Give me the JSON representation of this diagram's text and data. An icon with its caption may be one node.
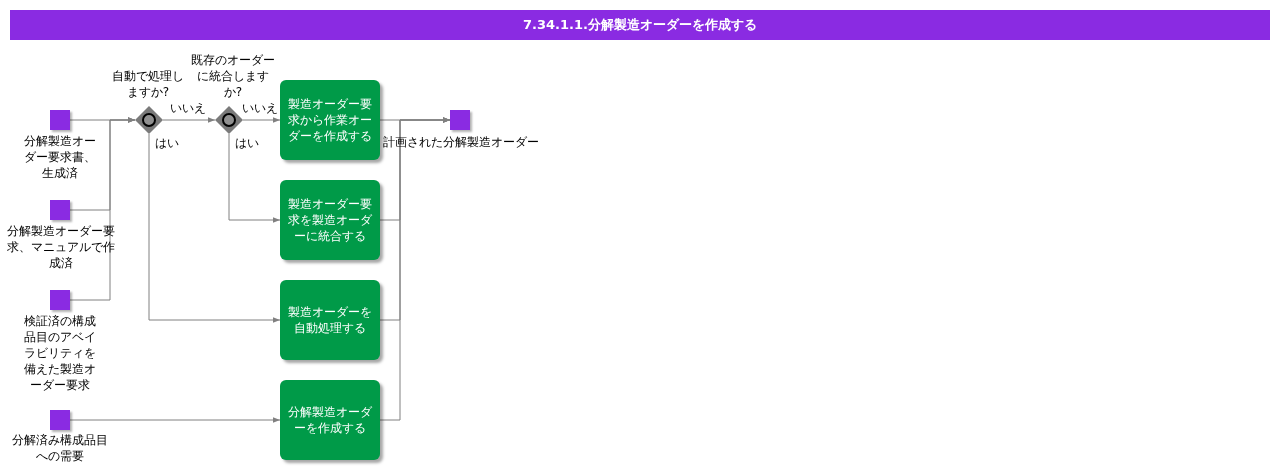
{
  "diagram": {
    "title": "7.34.1.1.分解製造オーダーを作成する",
    "nodes": [
      {
        "text": [],
        "shape": "box",
        "beside": [
          "分解製造オーダー要求書、生成済"
        ]
      },
      {
        "text": [],
        "shape": "box",
        "beside": [
          "分解製造オーダー要求、マニュアルで作成済"
        ]
      },
      {
        "text": [],
        "shape": "box",
        "beside": [
          "検証済の構成品目のアベイラビリティを備えた製造オーダー要求"
        ]
      },
      {
        "text": [],
        "shape": "box",
        "beside": [
          "分解済み構成品目への需要"
        ]
      },
      {
        "text": [],
        "shape": "diamond",
        "beside": [
          "自動で処理しますか?"
        ]
      },
      {
        "text": [],
        "shape": "diamond",
        "beside": [
          "既存のオーダーに統合しますか?"
        ]
      },
      {
        "text": [
          "製造オーダー要求から作業オーダーを作成する"
        ]
      },
      {
        "text": [
          "製造オーダー要求を製造オーダーに統合する"
        ]
      },
      {
        "text": [
          "製造オーダーを自動処理する"
        ]
      },
      {
        "text": [
          "分解製造オーダーを作成する"
        ]
      },
      {
        "text": [],
        "shape": "box",
        "beside": [
          "計画された分解製造オーダー"
        ]
      }
    ],
    "edges": [
      {
        "from": 0,
        "to": 4,
        "arrow": "to"
      },
      {
        "from": 1,
        "to": 4,
        "arrow": "to"
      },
      {
        "from": 2,
        "to": 4,
        "arrow": "to"
      },
      {
        "from": 4,
        "to": 5,
        "arrow": "to",
        "label": "いいえ"
      },
      {
        "from": 4,
        "to": 8,
        "arrow": "to",
        "label": "はい"
      },
      {
        "from": 5,
        "to": 6,
        "arrow": "to",
        "label": "いいえ"
      },
      {
        "from": 5,
        "to": 7,
        "arrow": "to",
        "label": "はい"
      },
      {
        "from": 3,
        "to": 9,
        "arrow": "to"
      },
      {
        "from": 6,
        "to": 10,
        "arrow": "to"
      },
      {
        "from": 7,
        "to": 10,
        "arrow": "to"
      },
      {
        "from": 8,
        "to": 10,
        "arrow": "to"
      },
      {
        "from": 9,
        "to": 10,
        "arrow": "to"
      }
    ]
  }
}
